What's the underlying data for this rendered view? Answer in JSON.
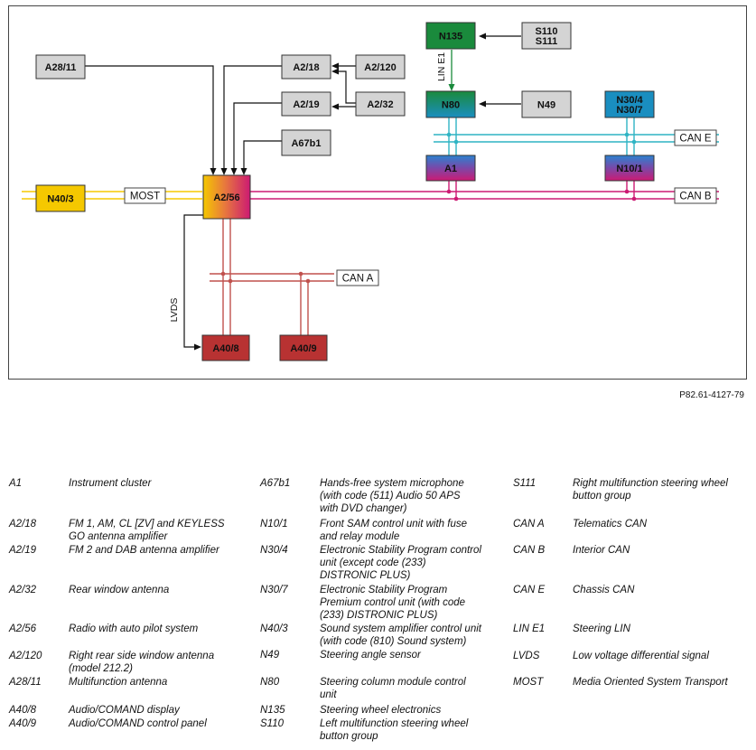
{
  "figure_ref": "P82.61-4127-79",
  "nodes": {
    "a28_11": "A28/11",
    "a2_18": "A2/18",
    "a2_120": "A2/120",
    "a2_19": "A2/19",
    "a2_32": "A2/32",
    "a67b1": "A67b1",
    "a2_56": "A2/56",
    "n40_3": "N40/3",
    "most": "MOST",
    "n135": "N135",
    "s110_s111": [
      "S110",
      "S111"
    ],
    "lin_e1": "LIN E1",
    "n80": "N80",
    "n49": "N49",
    "n30": [
      "N30/4",
      "N30/7"
    ],
    "can_e": "CAN E",
    "a1": "A1",
    "n10_1": "N10/1",
    "can_b": "CAN B",
    "can_a": "CAN A",
    "lvds": "LVDS",
    "a40_8": "A40/8",
    "a40_9": "A40/9"
  },
  "colors": {
    "gray_box": "#d4d4d4",
    "yellow": "#f5c800",
    "green": "#1a8a3c",
    "teal": "#1a8ec0",
    "red": "#b83232",
    "magenta": "#cc1a73",
    "pink_line": "#d8437c",
    "teal_line": "#2fb4c4",
    "yellow_line": "#f5c800",
    "brick_line": "#c0514d"
  },
  "legend": [
    [
      {
        "code": "A1",
        "desc": [
          "Instrument cluster"
        ]
      },
      {
        "code": "A2/18",
        "desc": [
          "FM 1, AM, CL [ZV] and KEYLESS",
          "GO antenna amplifier"
        ]
      },
      {
        "code": "A2/19",
        "desc": [
          "FM 2 and DAB antenna amplifier"
        ]
      },
      {
        "code": "A2/32",
        "desc": [
          "Rear window antenna"
        ]
      },
      {
        "code": "A2/56",
        "desc": [
          "Radio with auto pilot system"
        ]
      },
      {
        "code": "A2/120",
        "desc": [
          "Right rear side window antenna",
          "(model 212.2)"
        ]
      },
      {
        "code": "A28/11",
        "desc": [
          "Multifunction antenna"
        ]
      },
      {
        "code": "A40/8",
        "desc": [
          "Audio/COMAND display"
        ]
      },
      {
        "code": "A40/9",
        "desc": [
          "Audio/COMAND control panel"
        ]
      }
    ],
    [
      {
        "code": "A67b1",
        "desc": [
          "Hands-free system microphone",
          "(with code (511) Audio 50 APS",
          "with DVD changer)"
        ]
      },
      {
        "code": "N10/1",
        "desc": [
          "Front SAM control unit with fuse",
          "and relay module"
        ]
      },
      {
        "code": "N30/4",
        "desc": [
          "Electronic Stability Program control",
          "unit (except code (233)",
          "DISTRONIC PLUS)"
        ]
      },
      {
        "code": "N30/7",
        "desc": [
          "Electronic Stability Program",
          "Premium control unit (with code",
          "(233) DISTRONIC PLUS)"
        ]
      },
      {
        "code": "N40/3",
        "desc": [
          "Sound system amplifier control unit",
          "(with code (810) Sound system)"
        ]
      },
      {
        "code": "N49",
        "desc": [
          "Steering angle sensor"
        ]
      },
      {
        "code": "N80",
        "desc": [
          "Steering column module control",
          "unit"
        ]
      },
      {
        "code": "N135",
        "desc": [
          "Steering wheel electronics"
        ]
      },
      {
        "code": "S110",
        "desc": [
          "Left multifunction steering wheel",
          "button group"
        ]
      }
    ],
    [
      {
        "code": "S111",
        "desc": [
          "Right multifunction steering wheel",
          "button group"
        ]
      },
      {
        "code": "CAN A",
        "desc": [
          "Telematics CAN"
        ]
      },
      {
        "code": "CAN B",
        "desc": [
          "Interior CAN"
        ]
      },
      {
        "code": "CAN E",
        "desc": [
          "Chassis CAN"
        ]
      },
      {
        "code": "LIN E1",
        "desc": [
          "Steering LIN"
        ]
      },
      {
        "code": "LVDS",
        "desc": [
          "Low voltage differential signal"
        ]
      },
      {
        "code": "MOST",
        "desc": [
          "Media Oriented System Transport"
        ]
      }
    ]
  ]
}
